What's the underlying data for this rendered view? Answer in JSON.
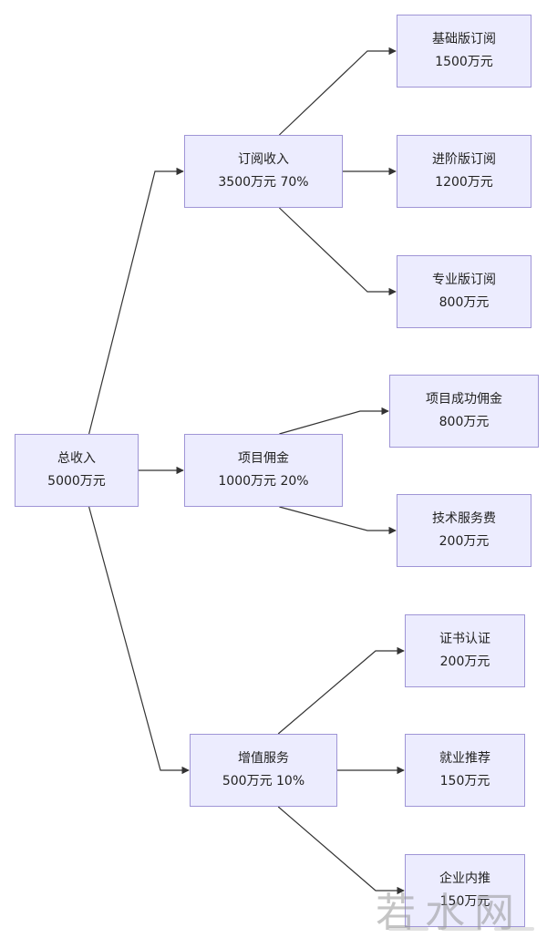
{
  "colors": {
    "node_fill": "#ececfe",
    "node_border": "#9f95d6",
    "edge": "#333333"
  },
  "nodes": {
    "root": {
      "line1": "总收入",
      "line2": "5000万元"
    },
    "sub": {
      "line1": "订阅收入",
      "line2": "3500万元 70%"
    },
    "sub_basic": {
      "line1": "基础版订阅",
      "line2": "1500万元"
    },
    "sub_adv": {
      "line1": "进阶版订阅",
      "line2": "1200万元"
    },
    "sub_pro": {
      "line1": "专业版订阅",
      "line2": "800万元"
    },
    "comm": {
      "line1": "项目佣金",
      "line2": "1000万元 20%"
    },
    "comm_proj": {
      "line1": "项目成功佣金",
      "line2": "800万元"
    },
    "comm_tech": {
      "line1": "技术服务费",
      "line2": "200万元"
    },
    "vas": {
      "line1": "增值服务",
      "line2": "500万元 10%"
    },
    "vas_cert": {
      "line1": "证书认证",
      "line2": "200万元"
    },
    "vas_job": {
      "line1": "就业推荐",
      "line2": "150万元"
    },
    "vas_ref": {
      "line1": "企业内推",
      "line2": "150万元"
    }
  },
  "edges": [
    [
      "root",
      "sub"
    ],
    [
      "root",
      "comm"
    ],
    [
      "root",
      "vas"
    ],
    [
      "sub",
      "sub_basic"
    ],
    [
      "sub",
      "sub_adv"
    ],
    [
      "sub",
      "sub_pro"
    ],
    [
      "comm",
      "comm_proj"
    ],
    [
      "comm",
      "comm_tech"
    ],
    [
      "vas",
      "vas_cert"
    ],
    [
      "vas",
      "vas_job"
    ],
    [
      "vas",
      "vas_ref"
    ]
  ],
  "watermark": {
    "text": "若水网"
  }
}
